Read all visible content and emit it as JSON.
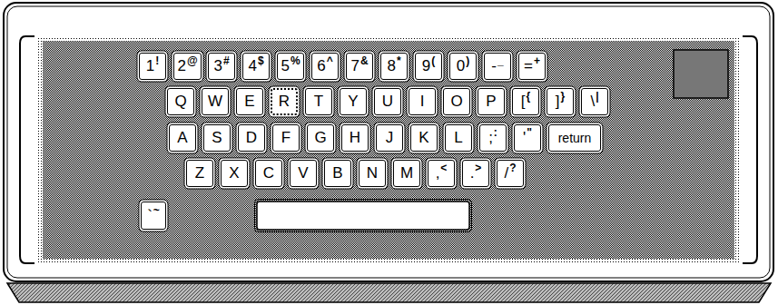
{
  "diagram": {
    "nodes": [
      {
        "text": [
          "1",
          "!"
        ]
      },
      {
        "text": [
          "2",
          "@"
        ]
      },
      {
        "text": [
          "3",
          "#"
        ]
      },
      {
        "text": [
          "4",
          "$"
        ]
      },
      {
        "text": [
          "5",
          "%"
        ]
      },
      {
        "text": [
          "6",
          "^"
        ]
      },
      {
        "text": [
          "7",
          "&"
        ]
      },
      {
        "text": [
          "8",
          "*"
        ]
      },
      {
        "text": [
          "9",
          "("
        ]
      },
      {
        "text": [
          "0",
          ")"
        ]
      },
      {
        "text": [
          "-",
          "_"
        ]
      },
      {
        "text": [
          "=",
          "+"
        ]
      },
      {
        "text": [
          "Q"
        ]
      },
      {
        "text": [
          "W"
        ]
      },
      {
        "text": [
          "E"
        ]
      },
      {
        "text": [
          "R"
        ]
      },
      {
        "text": [
          "T"
        ]
      },
      {
        "text": [
          "Y"
        ]
      },
      {
        "text": [
          "U"
        ]
      },
      {
        "text": [
          "I"
        ]
      },
      {
        "text": [
          "O"
        ]
      },
      {
        "text": [
          "P"
        ]
      },
      {
        "text": [
          "[",
          "{"
        ]
      },
      {
        "text": [
          "]",
          "}"
        ]
      },
      {
        "text": [
          "\\",
          "|"
        ]
      },
      {
        "text": [
          "A"
        ]
      },
      {
        "text": [
          "S"
        ]
      },
      {
        "text": [
          "D"
        ]
      },
      {
        "text": [
          "F"
        ]
      },
      {
        "text": [
          "G"
        ]
      },
      {
        "text": [
          "H"
        ]
      },
      {
        "text": [
          "J"
        ]
      },
      {
        "text": [
          "K"
        ]
      },
      {
        "text": [
          "L"
        ]
      },
      {
        "text": [
          ";",
          ":"
        ]
      },
      {
        "text": [
          "'",
          "\""
        ]
      },
      {
        "text": [
          "return"
        ]
      },
      {
        "text": [
          "Z"
        ]
      },
      {
        "text": [
          "X"
        ]
      },
      {
        "text": [
          "C"
        ]
      },
      {
        "text": [
          "V"
        ]
      },
      {
        "text": [
          "B"
        ]
      },
      {
        "text": [
          "N"
        ]
      },
      {
        "text": [
          "M"
        ]
      },
      {
        "text": [
          ",",
          "<"
        ]
      },
      {
        "text": [
          ".",
          ">"
        ]
      },
      {
        "text": [
          "/",
          "?"
        ]
      },
      {
        "text": [
          "`",
          "~"
        ]
      }
    ]
  }
}
